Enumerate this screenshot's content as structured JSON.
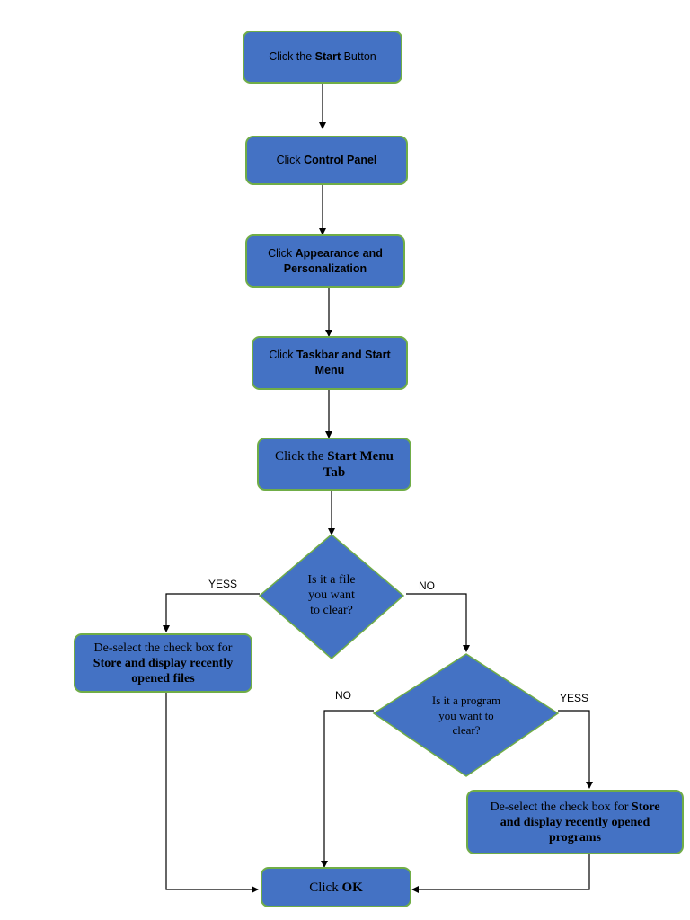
{
  "steps": {
    "start_button": {
      "pre": "Click the ",
      "bold": "Start",
      "post": " Button"
    },
    "control_panel": {
      "pre": "Click ",
      "bold": "Control Panel"
    },
    "appearance_line1": {
      "pre": "Click ",
      "bold": "Appearance and"
    },
    "appearance_line2": "Personalization",
    "taskbar_line1": {
      "pre": "Click ",
      "bold": "Taskbar and Start"
    },
    "taskbar_line2": "Menu",
    "start_menu_tab_line1": {
      "pre": "Click the ",
      "bold": "Start Menu"
    },
    "start_menu_tab_line2": "Tab"
  },
  "decisions": {
    "file": {
      "line1": "Is it a file",
      "line2": "you want",
      "line3": "to clear?"
    },
    "program": {
      "line1": "Is it a program",
      "line2": "you want to",
      "line3": "clear?"
    }
  },
  "actions": {
    "deselect_files": {
      "line1": "De-select the check box for",
      "line2": "Store and display recently",
      "line3": "opened files"
    },
    "deselect_programs": {
      "line1_pre": "De-select the check box for ",
      "line1_bold": "Store",
      "line2": "and display recently opened",
      "line3": "programs"
    },
    "ok": {
      "pre": "Click ",
      "bold": "OK"
    }
  },
  "branch_labels": {
    "file_yes": "YESS",
    "file_no": "NO",
    "program_no": "NO",
    "program_yes": "YESS"
  },
  "colors": {
    "box_fill": "#4472C4",
    "box_border": "#70AD47",
    "connector": "#000000",
    "text": "#000000"
  }
}
